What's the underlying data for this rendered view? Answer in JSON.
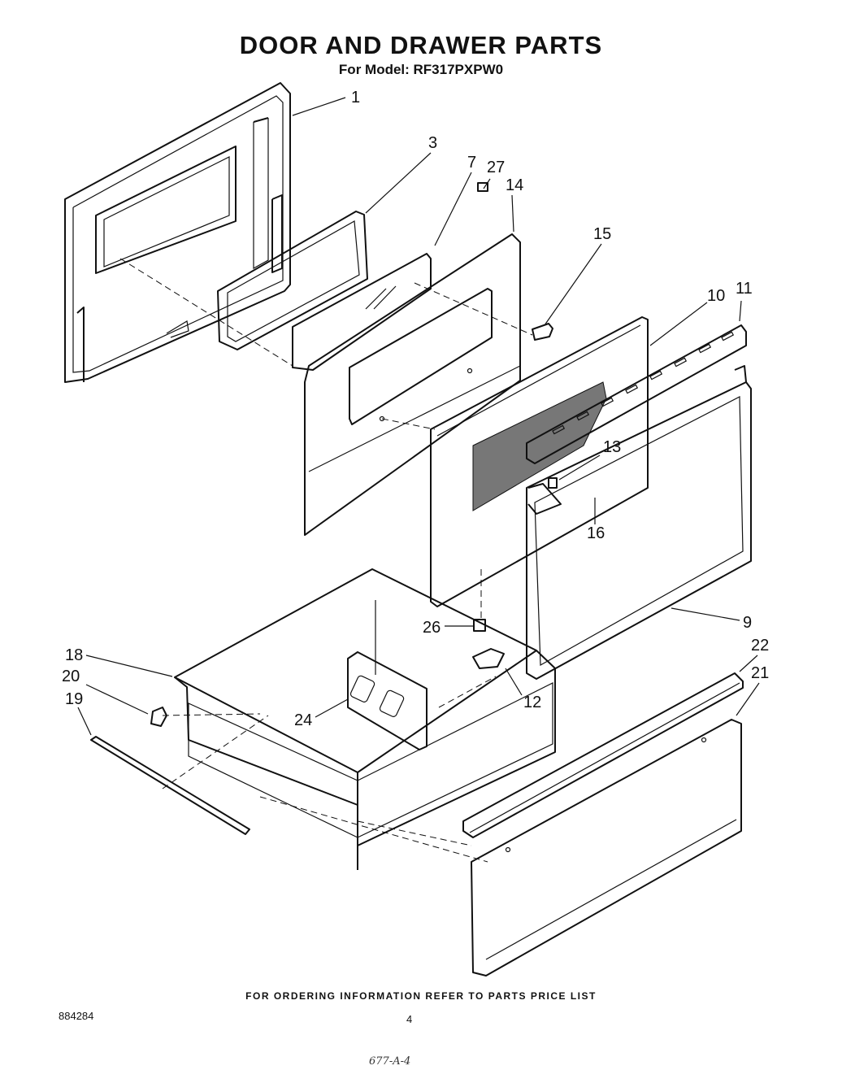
{
  "header": {
    "title": "DOOR AND DRAWER PARTS",
    "subtitle": "For Model: RF317PXPW0"
  },
  "footer": {
    "note": "FOR ORDERING INFORMATION REFER TO PARTS PRICE LIST",
    "document_number": "884284",
    "page_number": "4",
    "handwritten": "677-A-4"
  },
  "callouts": [
    "1",
    "3",
    "7",
    "27",
    "14",
    "15",
    "10",
    "11",
    "13",
    "16",
    "9",
    "26",
    "12",
    "18",
    "20",
    "19",
    "24",
    "22",
    "21"
  ]
}
